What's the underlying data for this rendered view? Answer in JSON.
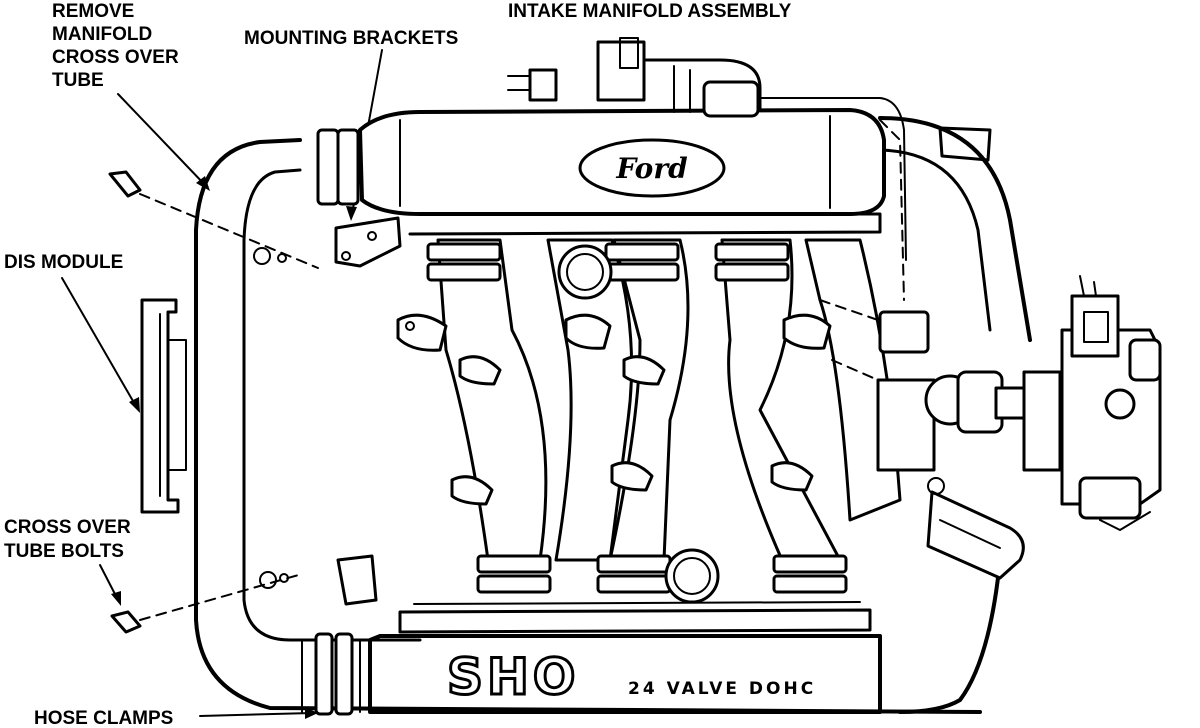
{
  "figure": {
    "title": "INTAKE MANIFOLD ASSEMBLY",
    "labels": {
      "remove_tube": [
        "REMOVE",
        "MANIFOLD",
        "CROSS OVER",
        "TUBE"
      ],
      "mounting_brackets": "MOUNTING BRACKETS",
      "dis_module": "DIS MODULE",
      "cross_over_bolts": [
        "CROSS OVER",
        "TUBE BOLTS"
      ],
      "hose_clamps": "HOSE CLAMPS"
    },
    "badges": {
      "brand": "Ford",
      "engine": "SHO",
      "engine_sub": "24 VALVE DOHC"
    },
    "colors": {
      "ink": "#000000",
      "paper": "#ffffff"
    }
  }
}
